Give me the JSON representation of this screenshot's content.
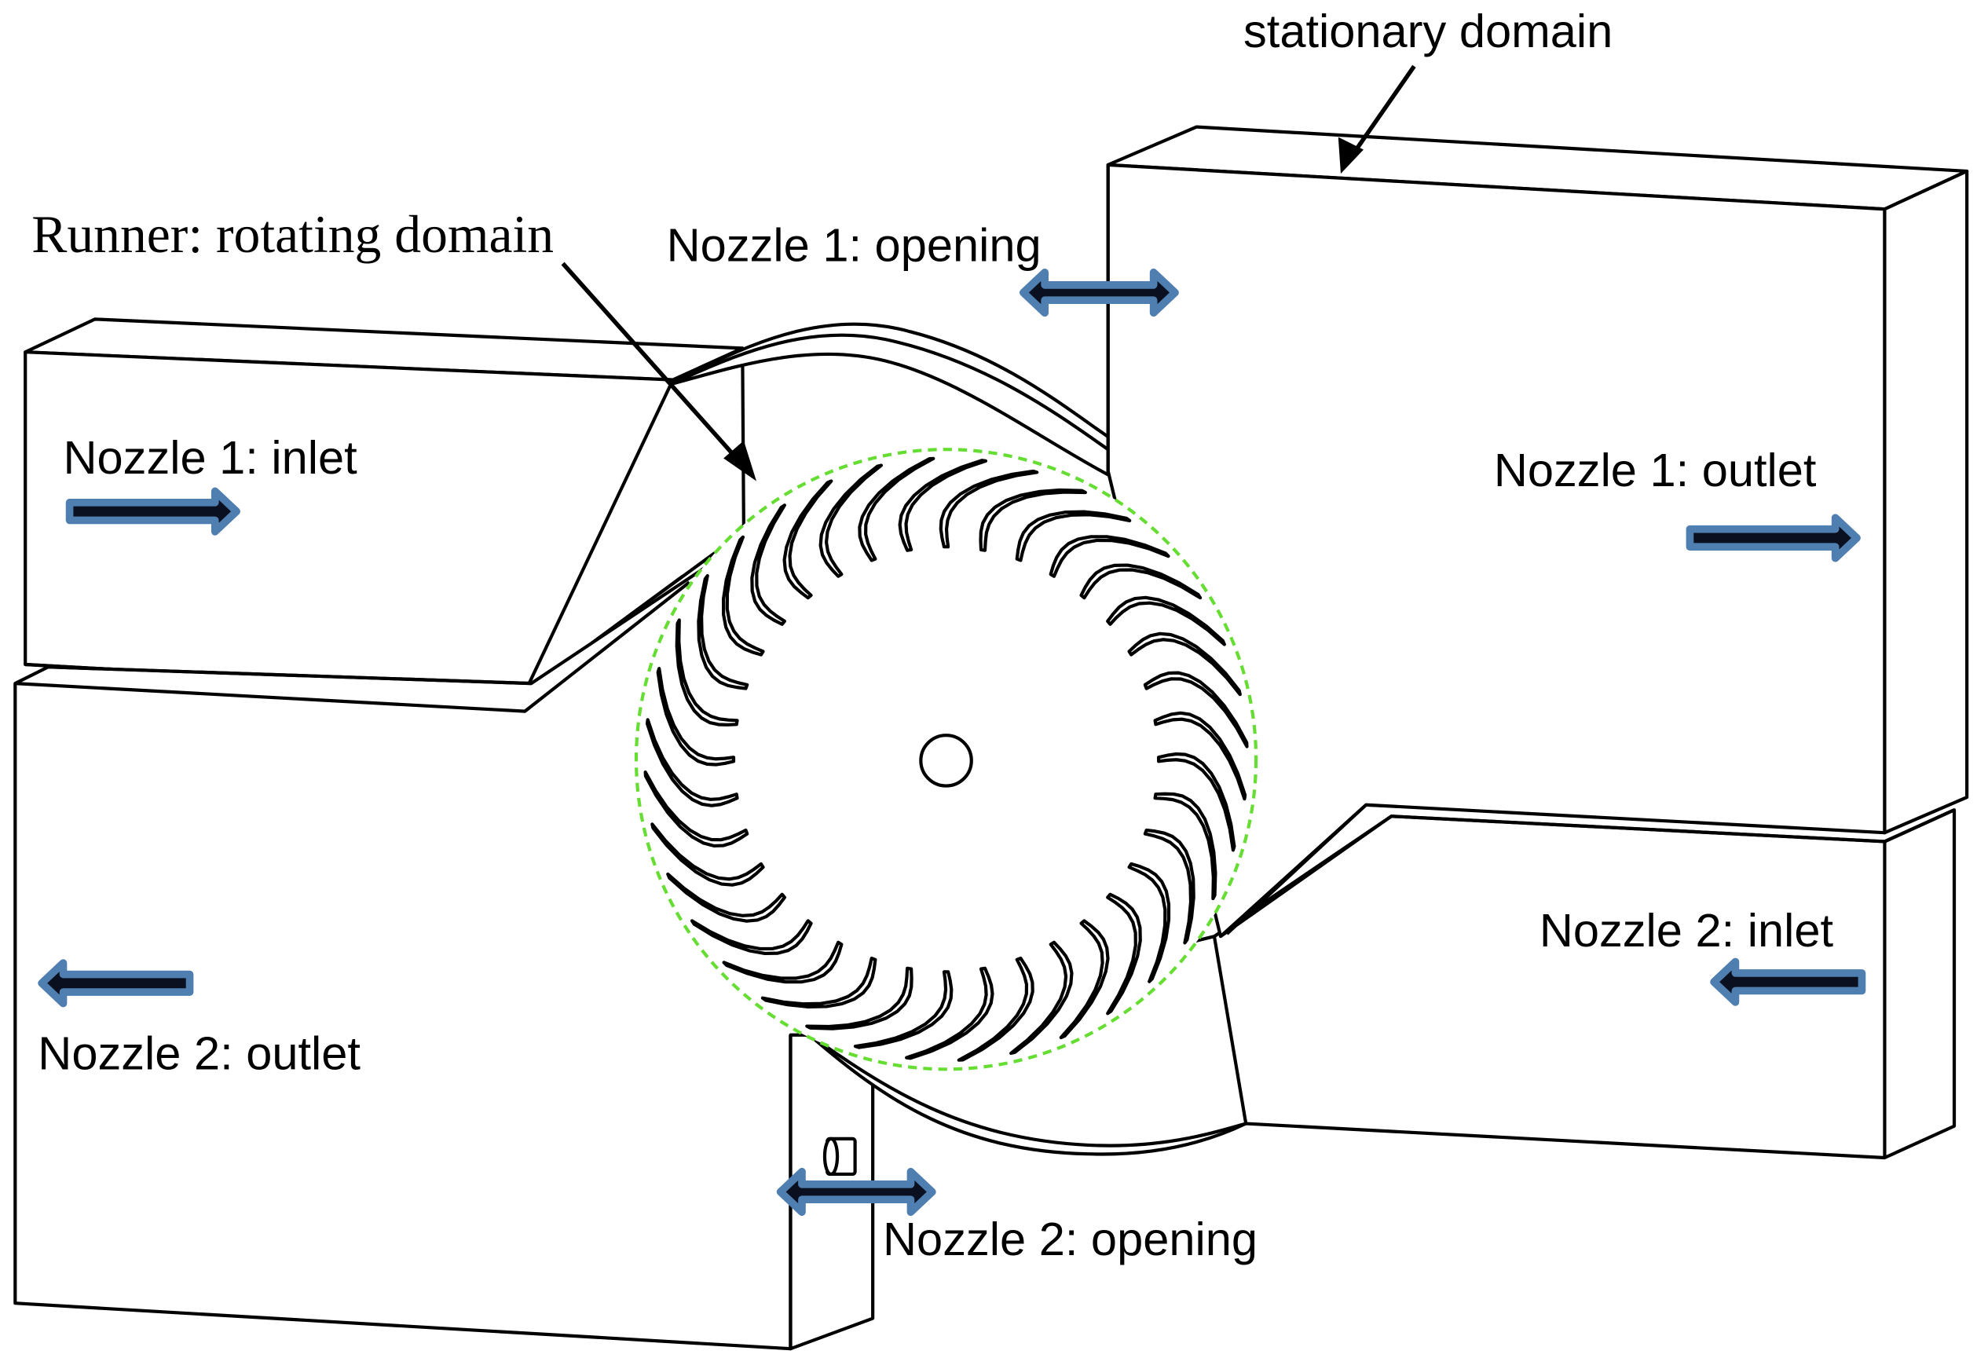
{
  "labels": {
    "stationary": "stationary domain",
    "runner": "Runner: rotating domain",
    "n1_opening": "Nozzle 1: opening",
    "n1_inlet": "Nozzle 1: inlet",
    "n1_outlet": "Nozzle 1: outlet",
    "n2_inlet": "Nozzle 2: inlet",
    "n2_outlet": "Nozzle 2: outlet",
    "n2_opening": "Nozzle 2: opening"
  },
  "colors": {
    "rotating_boundary": "#66dd33",
    "flow_arrow_fill": "#0b1020",
    "flow_arrow_glow": "#4f7fb0",
    "edge": "#000000"
  },
  "runner": {
    "blade_count": 36
  }
}
